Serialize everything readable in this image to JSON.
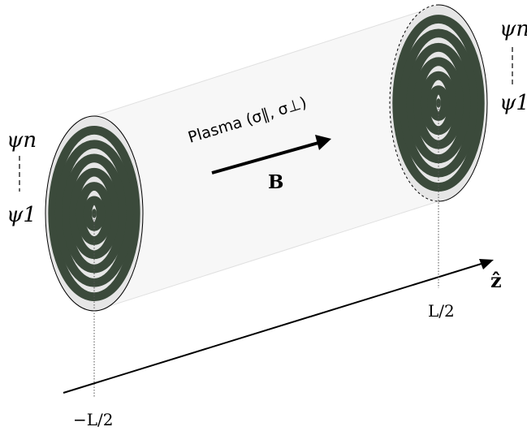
{
  "diagram": {
    "plasma_label": "Plasma (σ∥, σ⊥)",
    "field_label": "B",
    "axis_label": "ẑ",
    "left_top_label": "ψn",
    "left_bottom_label": "ψ1",
    "right_top_label": "ψn",
    "right_bottom_label": "ψ1",
    "left_position_label": "−L/2",
    "right_position_label": "L/2",
    "ring_count": 6,
    "colors": {
      "ring_dark": "#3b4a3b",
      "disk_fill": "#e6e6e6",
      "cylinder_fill": "#f7f7f7",
      "outline": "#000000"
    }
  }
}
